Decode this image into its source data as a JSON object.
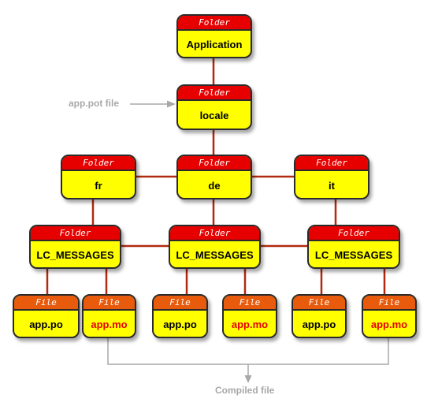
{
  "colors": {
    "folder_header": "#e60000",
    "file_header": "#e85a0c",
    "node_body": "#ffff00",
    "connector": "#b02a10",
    "annotation": "#a8a8a8",
    "compiled_text": "#e60000"
  },
  "nodes": {
    "application": {
      "type": "Folder",
      "name": "Application"
    },
    "locale": {
      "type": "Folder",
      "name": "locale"
    },
    "fr": {
      "type": "Folder",
      "name": "fr"
    },
    "de": {
      "type": "Folder",
      "name": "de"
    },
    "it": {
      "type": "Folder",
      "name": "it"
    },
    "lc_fr": {
      "type": "Folder",
      "name": "LC_MESSAGES"
    },
    "lc_de": {
      "type": "Folder",
      "name": "LC_MESSAGES"
    },
    "lc_it": {
      "type": "Folder",
      "name": "LC_MESSAGES"
    },
    "po_fr": {
      "type": "File",
      "name": "app.po"
    },
    "mo_fr": {
      "type": "File",
      "name": "app.mo"
    },
    "po_de": {
      "type": "File",
      "name": "app.po"
    },
    "mo_de": {
      "type": "File",
      "name": "app.mo"
    },
    "po_it": {
      "type": "File",
      "name": "app.po"
    },
    "mo_it": {
      "type": "File",
      "name": "app.mo"
    }
  },
  "annotations": {
    "pot": "app.pot file",
    "compiled": "Compiled file"
  }
}
